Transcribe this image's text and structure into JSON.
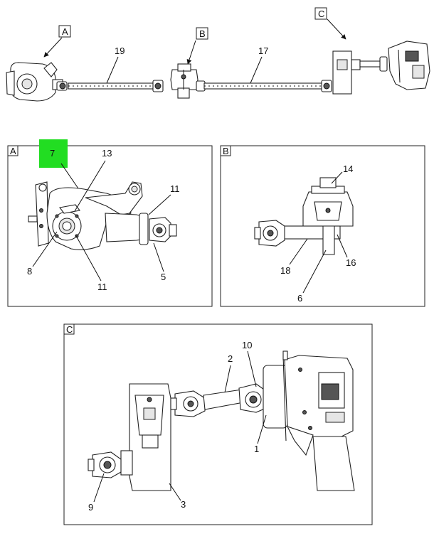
{
  "view_flags": [
    "A",
    "B",
    "C"
  ],
  "overview_callouts": [
    "19",
    "17"
  ],
  "panel_a": {
    "title": "A",
    "callouts": [
      "7",
      "13",
      "11",
      "8",
      "11",
      "5"
    ],
    "highlight_color": "#22dd22"
  },
  "panel_b": {
    "title": "B",
    "callouts": [
      "14",
      "18",
      "16",
      "6"
    ]
  },
  "panel_c": {
    "title": "C",
    "callouts": [
      "2",
      "10",
      "1",
      "9",
      "3"
    ]
  }
}
